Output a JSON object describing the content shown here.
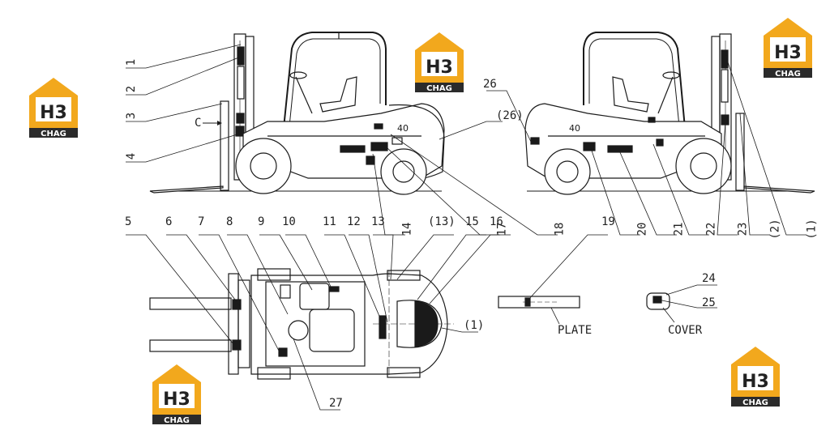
{
  "callouts": {
    "c1": "1",
    "c2": "2",
    "c3": "3",
    "c4": "4",
    "c5": "5",
    "c6": "6",
    "c7": "7",
    "c8": "8",
    "c9": "9",
    "c10": "10",
    "c11": "11",
    "c12": "12",
    "c13": "13",
    "c13p": "(13)",
    "c14": "14",
    "c15": "15",
    "c16": "16",
    "c17": "17",
    "c18": "18",
    "c19": "19",
    "c20": "20",
    "c21": "21",
    "c22": "22",
    "c23": "23",
    "c2p": "(2)",
    "c1p": "(1)",
    "c24": "24",
    "c25": "25",
    "c26": "26",
    "c26p": "(26)",
    "c27": "27",
    "c1p_top": "(1)"
  },
  "captions": {
    "plate": "PLATE",
    "cover": "COVER",
    "arrow_c": "C"
  },
  "truck": {
    "model_number": "40"
  },
  "logo": {
    "mark": "H3",
    "name": "CHAG"
  },
  "colors": {
    "line": "#1a1a1a",
    "logo_gold": "#f2a81d",
    "logo_dark": "#2b2b2b"
  }
}
